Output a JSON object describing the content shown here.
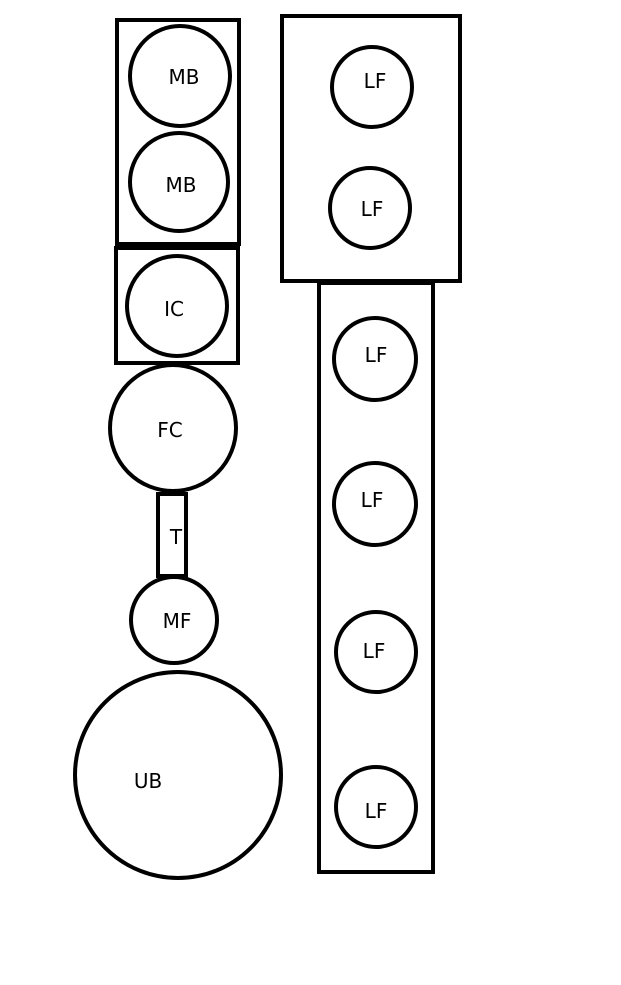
{
  "diagram": {
    "nodes": {
      "mb_top": "MB",
      "mb_bottom": "MB",
      "ic": "IC",
      "fc": "FC",
      "t": "T",
      "mf": "MF",
      "ub": "UB",
      "lf_1": "LF",
      "lf_2": "LF",
      "lf_3": "LF",
      "lf_4": "LF",
      "lf_5": "LF",
      "lf_6": "LF"
    }
  }
}
